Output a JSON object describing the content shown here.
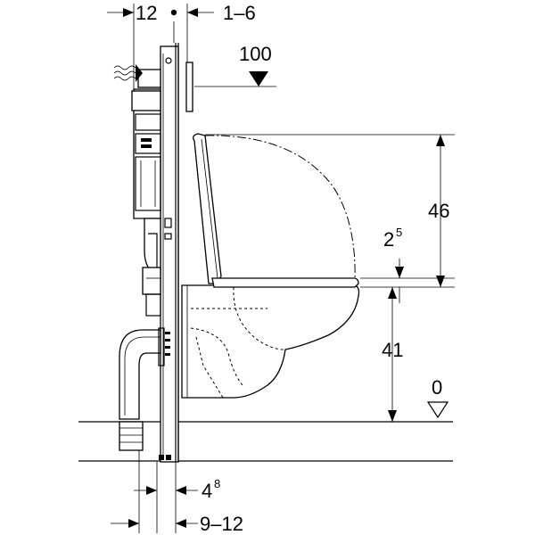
{
  "dimensions": {
    "top_left": "12",
    "top_right": "1–6",
    "ref_100": "100",
    "height_46": "46",
    "seat_2": "2",
    "seat_2_sup": "5",
    "height_41": "41",
    "floor_0": "0",
    "bottom_4": "4",
    "bottom_4_sup": "8",
    "bottom_9_12": "9–12"
  }
}
